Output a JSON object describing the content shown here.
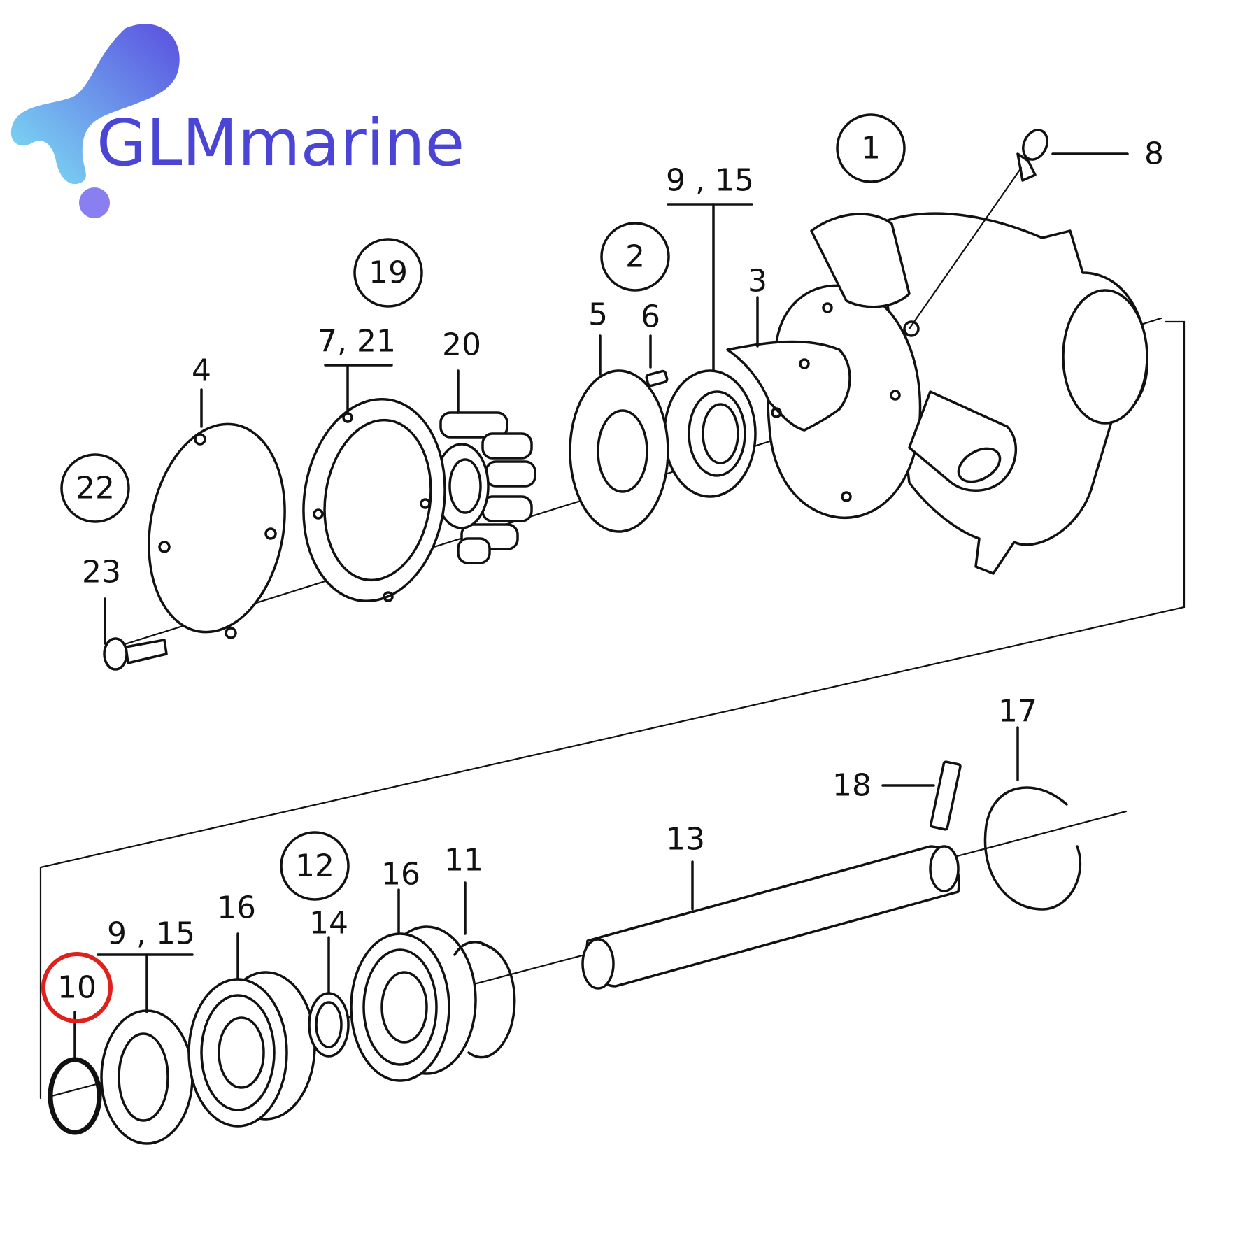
{
  "brand": {
    "name": "GLMmarine",
    "primary_color": "#4b45d6",
    "gradient_start": "#7ee3f5",
    "gradient_end": "#5a4fe0"
  },
  "highlight": {
    "part": "10",
    "color": "#e0201c"
  },
  "labels": {
    "p1": "1",
    "p2": "2",
    "p3": "3",
    "p4": "4",
    "p5": "5",
    "p6": "6",
    "p7_21": "7, 21",
    "p8": "8",
    "p9_15_top": "9 , 15",
    "p9_15_bottom": "9 , 15",
    "p10": "10",
    "p11": "11",
    "p12": "12",
    "p13": "13",
    "p14": "14",
    "p16_left": "16",
    "p16_right": "16",
    "p17": "17",
    "p18": "18",
    "p19": "19",
    "p20": "20",
    "p22": "22",
    "p23": "23"
  }
}
